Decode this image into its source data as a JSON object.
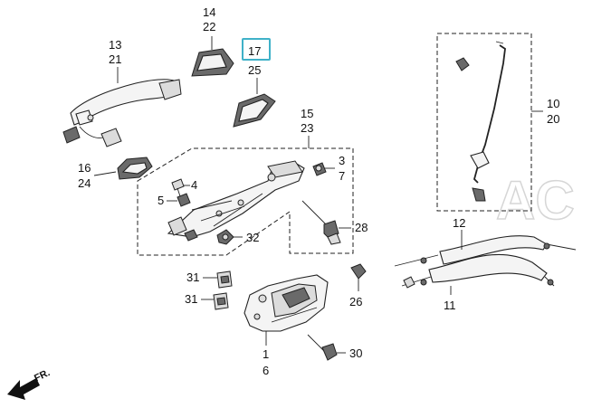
{
  "diagram": {
    "watermark": "AC",
    "direction_label": "FR.",
    "highlighted_callout": "17",
    "callouts": {
      "c14": "14",
      "c22": "22",
      "c13": "13",
      "c21": "21",
      "c17": "17",
      "c25": "25",
      "c15": "15",
      "c23": "23",
      "c16": "16",
      "c24": "24",
      "c3": "3",
      "c7": "7",
      "c4": "4",
      "c5": "5",
      "c28": "28",
      "c32": "32",
      "c31a": "31",
      "c31b": "31",
      "c26": "26",
      "c1": "1",
      "c6": "6",
      "c30": "30",
      "c10": "10",
      "c20": "20",
      "c12": "12",
      "c11": "11"
    }
  }
}
